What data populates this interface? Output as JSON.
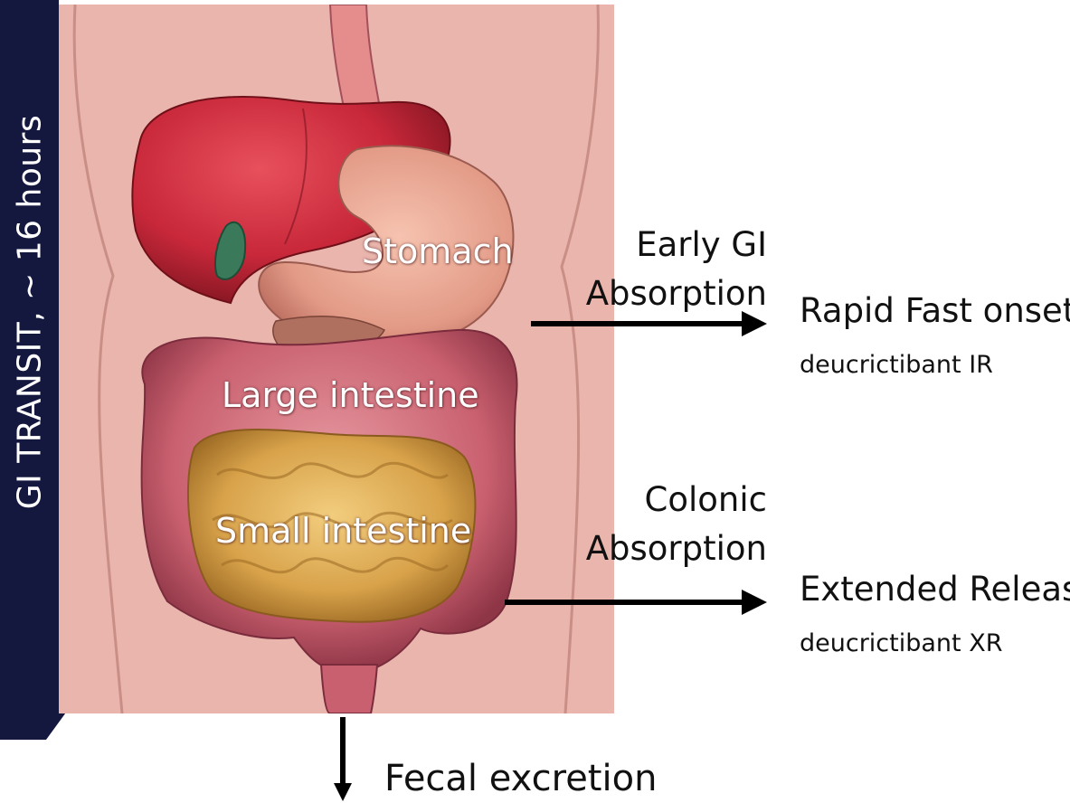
{
  "transit": {
    "label": "GI  TRANSIT, ~ 16 hours",
    "color": "#14183f"
  },
  "organs": {
    "stomach": "Stomach",
    "large_intestine": "Large intestine",
    "small_intestine": "Small intestine"
  },
  "early": {
    "absorption_line1": "Early GI",
    "absorption_line2": "Absorption",
    "release_title": "Rapid Fast onset",
    "release_drug": "deucrictibant IR"
  },
  "colonic": {
    "absorption_line1": "Colonic",
    "absorption_line2": "Absorption",
    "release_title": "Extended Release",
    "release_drug": "deucrictibant XR"
  },
  "excretion": {
    "label": "Fecal excretion"
  },
  "colors": {
    "background_skin": "#e9b5ad",
    "liver": "#c8283a",
    "stomach": "#e8a48f",
    "intestine_large": "#c9606f",
    "intestine_small": "#d8a24a",
    "arrow": "#000000"
  }
}
